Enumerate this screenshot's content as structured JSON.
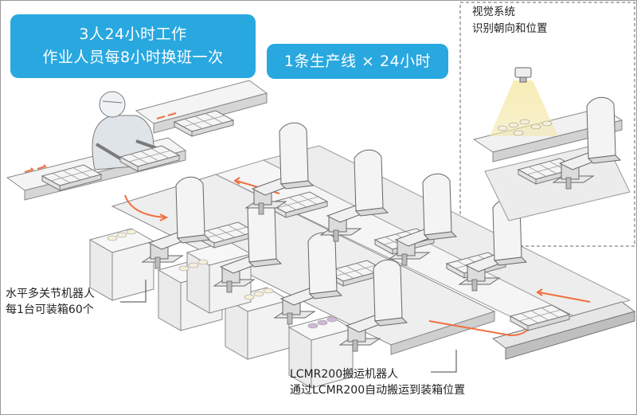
{
  "badges": {
    "left_line1": "3人24小时工作",
    "left_line2": "作业人员每8小时换班一次",
    "right": "1条生产线 × 24小时"
  },
  "vision": {
    "line1": "视觉系统",
    "line2": "识别朝向和位置"
  },
  "scara": {
    "line1": "水平多关节机器人",
    "line2": "每1台可装箱60个"
  },
  "lcmr": {
    "line1": "LCMR200搬运机器人",
    "line2": "通过LCMR200自动搬运到装箱位置"
  },
  "colors": {
    "badge": "#29a8e0",
    "accent_arrow": "#f07040",
    "highlight_red": "#e8202a",
    "camera_light": "#f3e6a6"
  }
}
